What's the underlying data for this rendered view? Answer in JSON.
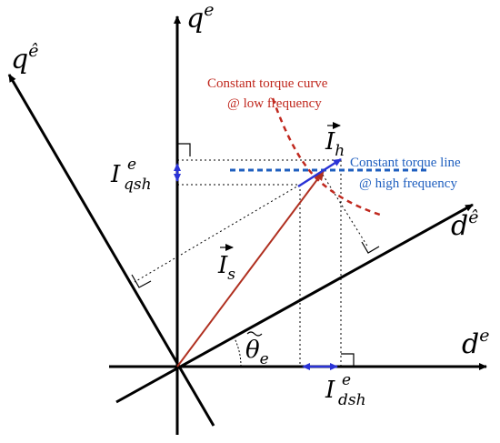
{
  "axes": {
    "qe": {
      "base": "q",
      "sup": "e"
    },
    "de": {
      "base": "d",
      "sup": "e"
    },
    "qhat": {
      "base": "q",
      "sup": "ê"
    },
    "dhat": {
      "base": "d",
      "sup": "ê"
    }
  },
  "vectors": {
    "Is": {
      "base": "I",
      "sub": "s"
    },
    "Ih": {
      "base": "I",
      "sub": "h"
    }
  },
  "components": {
    "Iqsh": {
      "base": "I",
      "sub": "qsh",
      "sup": "e"
    },
    "Idsh": {
      "base": "I",
      "sub": "dsh",
      "sup": "e"
    }
  },
  "angle": {
    "base": "θ",
    "sub": "e"
  },
  "annotations": {
    "curve_line1": "Constant torque curve",
    "curve_line2": "@ low frequency",
    "line_line1": "Constant torque line",
    "line_line2": "@ high frequency"
  },
  "colors": {
    "axis": "#000000",
    "vector_is": "#b03020",
    "curve": "#c0281e",
    "torque_line": "#1f5fbf",
    "arrow_blue": "#2a33d6",
    "dotted": "#000000"
  }
}
